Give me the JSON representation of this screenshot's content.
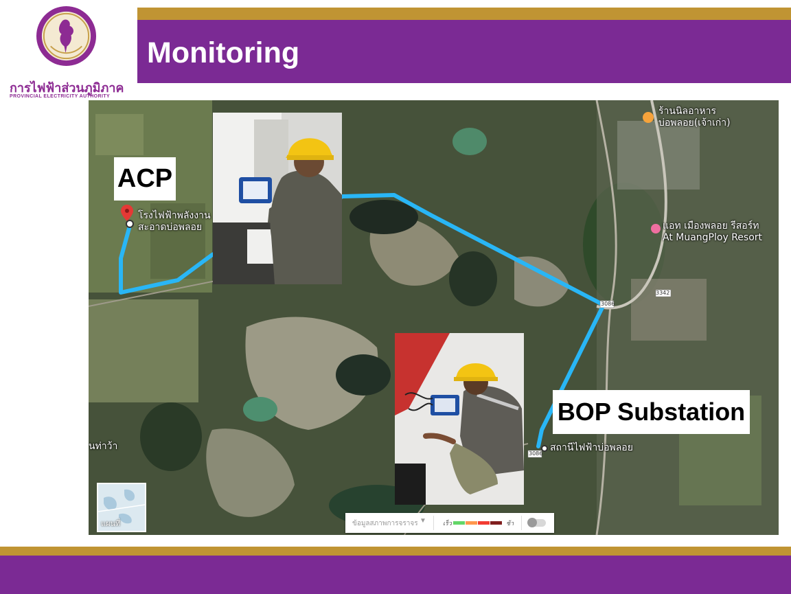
{
  "header": {
    "title": "Monitoring",
    "org_name_th": "การไฟฟ้าส่วนภูมิภาค",
    "org_name_en": "PROVINCIAL ELECTRICITY AUTHORITY"
  },
  "map": {
    "labels": {
      "acp": "ACP",
      "bop": "BOP Substation"
    },
    "places": {
      "solar_plant_line1": "โรงไฟฟ้าพลังงาน",
      "solar_plant_line2": "สะอาดบ่อพลอย",
      "restaurant_line1": "ร้านนิลอาหาร",
      "restaurant_line2": "บ่อพลอย(เจ้าเก่า)",
      "resort_th": "แอท เมืองพลอย รีสอร์ท",
      "resort_en": "At MuangPloy Resort",
      "substation": "สถานีไฟฟ้าบ่อพลอย",
      "left_edge": "นท่าว้า"
    },
    "road_numbers": {
      "r3342": "3342",
      "r3086a": "3086",
      "r3086b": "3086"
    },
    "thumb_label": "แผนที่",
    "legend": {
      "dropdown": "ข้อมูลสภาพการจราจร",
      "fast": "เร็ว",
      "slow": "ช้า",
      "colors": [
        "#63d668",
        "#ff974d",
        "#f23c32",
        "#811f1f"
      ]
    },
    "route_color": "#29b6f6"
  },
  "colors": {
    "purple": "#7b2a94",
    "gold": "#c09433"
  }
}
